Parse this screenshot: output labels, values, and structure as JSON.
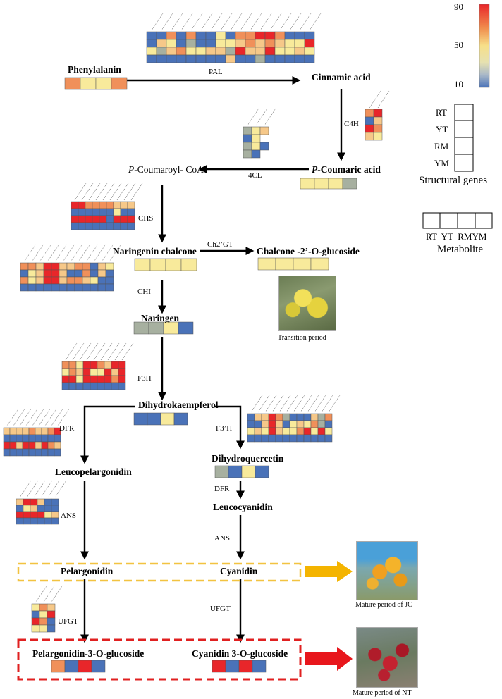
{
  "metabolites": {
    "phenylalanin": "Phenylalanin",
    "cinnamic_acid": "Cinnamic acid",
    "p_coumaric_acid_prefix": "P",
    "p_coumaric_acid_rest": "-Coumaric acid",
    "p_coumaroyl_coa_prefix": "P",
    "p_coumaroyl_coa_rest": "-Coumaroyl- CoA",
    "naringenin_chalcone": "Naringenin chalcone",
    "chalcone_glucoside": "Chalcone -2’-O-glucoside",
    "naringen": "Naringen",
    "dihydrokaempferol": "Dihydrokaempferol",
    "dihydroquercetin": "Dihydroquercetin",
    "leucopelargonidin": "Leucopelargonidin",
    "leucocyanidin": "Leucocyanidin",
    "pelargonidin": "Pelargonidin",
    "cyanidin": "Cyanidin",
    "pelargonidin_glucoside": "Pelargonidin-3-O-glucoside",
    "cyanidin_glucoside": "Cyanidin 3-O-glucoside"
  },
  "enzymes": {
    "pal": "PAL",
    "c4h": "C4H",
    "cl4": "4CL",
    "chs": "CHS",
    "ch2gt": "Ch2’GT",
    "chi": "CHI",
    "f3h": "F3H",
    "f3ph": "F3’H",
    "dfr_left": "DFR",
    "dfr_right": "DFR",
    "ans_left": "ANS",
    "ans_right": "ANS",
    "ufgt_left": "UFGT",
    "ufgt_right": "UFGT"
  },
  "captions": {
    "transition": "Transition period",
    "mature_jc": "Mature period of JC",
    "mature_nt": "Mature period of NT"
  },
  "legend": {
    "scale_max": "90",
    "scale_mid": "50",
    "scale_min": "10",
    "scale_colors": [
      "#e8262a",
      "#f08a4b",
      "#f7d67a",
      "#f7f0a0",
      "#a9b8c8",
      "#4a72b8"
    ],
    "gene_rows": [
      "RT",
      "YT",
      "RM",
      "YM"
    ],
    "gene_title": "Structural genes",
    "metabolite_cols": "RT  YT  RMYM",
    "metabolite_title": "Metabolite"
  },
  "color_codes": {
    "R": "#e8262a",
    "O": "#f0905a",
    "P": "#f6c889",
    "Y": "#f8ea9b",
    "G": "#a7b0a0",
    "B": "#4a72b8"
  },
  "heatmaps": {
    "PAL": [
      "BBOBOBBYBOORROBBB",
      "BPYBGBBYYPOPOPYYR",
      "YGPOYYPPGRPPRYYPY",
      "BBBBBBBBPBBGBBBBB"
    ],
    "C4H": [
      "OR",
      "BP",
      "RO",
      "PY"
    ],
    "4CL": [
      "GYP",
      "BY",
      "GYB",
      "GB"
    ],
    "CHS": [
      "RROOOOPPP",
      "BBBBBBYBB",
      "RRRRRBRRR",
      "BBBBBBBBB"
    ],
    "CHI": [
      "OOPRRPPOOBPY",
      "BYPRRPBBOBPB",
      "OYPRRPOOPYBB",
      "BBBBBBBBBBBB"
    ],
    "F3H": [
      "OOYRROPRR",
      "YOPRYYRPR",
      "RRYRRRROR",
      "BBBBBBBBB"
    ],
    "DFR_L": [
      "PPPPOPPOR",
      "BBBBBBBBB",
      "RRPRRPROP",
      "BBBBBBBBB"
    ],
    "F3pH": [
      "BPPROGBBBPGO",
      "BBPRPBYPYOGB",
      "YPYRPYYORYRY",
      "BBBBBBBBBBBB"
    ],
    "ANS": [
      "PRRPBB",
      "BYPBBB",
      "RRRRYP",
      "BBBBBB"
    ],
    "UFGT": [
      "YOP",
      "BYR",
      "ROB",
      "YYB"
    ]
  },
  "metabolite_values": {
    "phenylalanin": [
      "O",
      "Y",
      "Y",
      "O"
    ],
    "p_coumaric_acid": [
      "Y",
      "Y",
      "Y",
      "G"
    ],
    "naringenin_chalcone": [
      "Y",
      "Y",
      "Y",
      "Y"
    ],
    "chalcone_glucoside": [
      "Y",
      "Y",
      "Y",
      "Y"
    ],
    "naringen": [
      "G",
      "G",
      "Y",
      "B"
    ],
    "dihydrokaempferol": [
      "B",
      "B",
      "Y",
      "B"
    ],
    "dihydroquercetin": [
      "G",
      "B",
      "Y",
      "B"
    ],
    "pelargonidin_glucoside": [
      "O",
      "B",
      "R",
      "B"
    ],
    "cyanidin_glucoside": [
      "R",
      "B",
      "R",
      "B"
    ]
  }
}
